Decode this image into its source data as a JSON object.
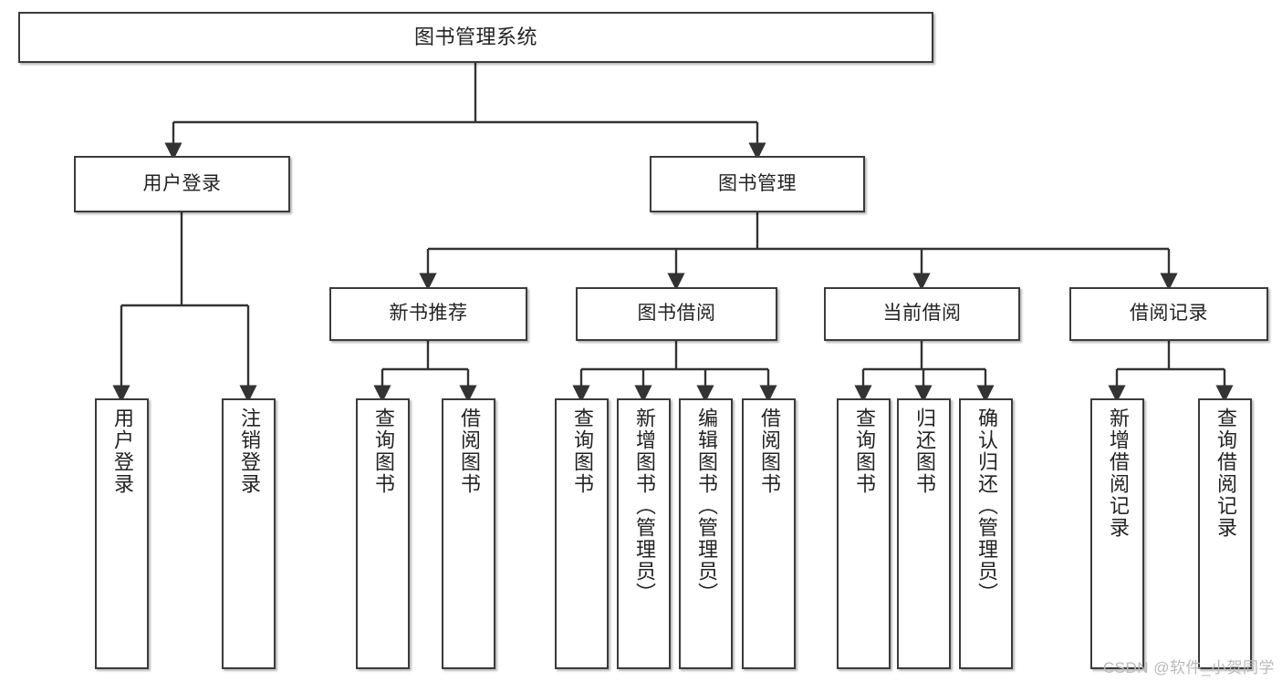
{
  "diagram": {
    "type": "tree",
    "title": "图书管理系统",
    "colors": {
      "box_border": "#3b3b3b",
      "box_fill": "#ffffff",
      "connector": "#333333",
      "text": "#232323",
      "watermark": "#b9b9b9"
    },
    "root": {
      "label": "图书管理系统"
    },
    "level2": [
      {
        "label": "用户登录"
      },
      {
        "label": "图书管理"
      }
    ],
    "level3": [
      {
        "label": "新书推荐"
      },
      {
        "label": "图书借阅"
      },
      {
        "label": "当前借阅"
      },
      {
        "label": "借阅记录"
      }
    ],
    "leaves": {
      "user_login": [
        {
          "label": "用户登录"
        },
        {
          "label": "注销登录"
        }
      ],
      "new_book": [
        {
          "label": "查询图书"
        },
        {
          "label": "借阅图书"
        }
      ],
      "book_borrow": [
        {
          "label": "查询图书"
        },
        {
          "label": "新增图书（管理员）"
        },
        {
          "label": "编辑图书（管理员）"
        },
        {
          "label": "借阅图书"
        }
      ],
      "current_borrow": [
        {
          "label": "查询图书"
        },
        {
          "label": "归还图书"
        },
        {
          "label": "确认归还（管理员）"
        }
      ],
      "borrow_record": [
        {
          "label": "新增借阅记录"
        },
        {
          "label": "查询借阅记录"
        }
      ]
    }
  },
  "watermark": {
    "text": "CSDN @软件_小贺同学"
  }
}
